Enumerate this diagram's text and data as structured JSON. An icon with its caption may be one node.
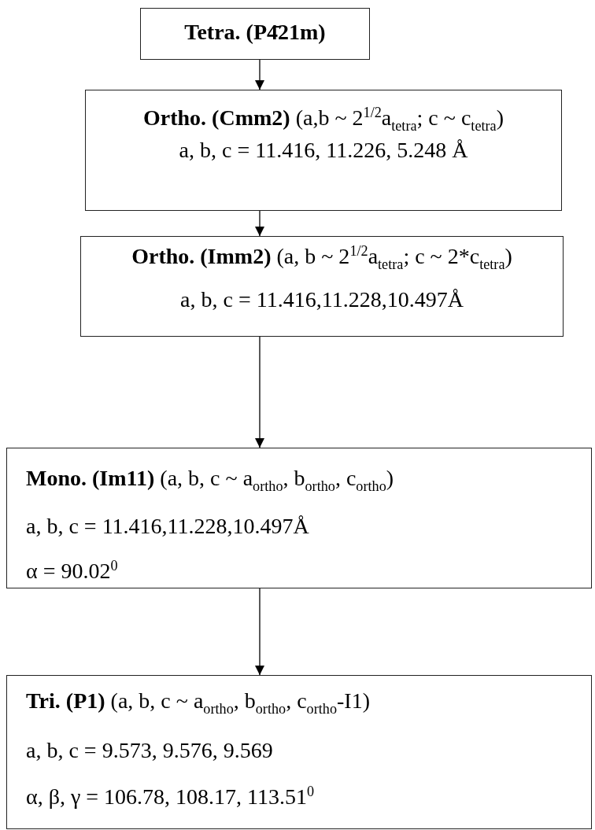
{
  "diagram": {
    "nodes": [
      {
        "text": [
          "Tetra. (P4̄21m)"
        ]
      },
      {
        "text": [
          "**Ortho. (Cmm2)** (a,b ~ 2$^{1/2}$a$_{tetra}$; c ~ c$_{tetra}$)",
          "a, b, c = 11.416, 11.226, 5.248 Å"
        ]
      },
      {
        "text": [
          "**Ortho. (Imm2)** (a, b ~ 2$^{1/2}$a$_{tetra}$; c ~ 2*c$_{tetra}$)",
          "a, b, c = 11.416,11.228,10.497Å"
        ]
      },
      {
        "text": [
          "**Mono. (Im11)** (a, b, c ~ a$_{ortho}$, b$_{ortho}$, c$_{ortho}$)",
          "a, b, c = 11.416,11.228,10.497Å",
          "α = 90.02$^{0}$"
        ]
      },
      {
        "text": [
          "**Tri. (P1)** (a, b, c ~ a$_{ortho}$, b$_{ortho}$, c$_{ortho}$-I1)",
          "a, b, c = 9.573, 9.576, 9.569",
          "α, β, γ = 106.78, 108.17, 113.51$^{0}$"
        ]
      }
    ],
    "edges": [
      {
        "from": 0,
        "to": 1,
        "arrow": "to"
      },
      {
        "from": 1,
        "to": 2,
        "arrow": "to"
      },
      {
        "from": 2,
        "to": 3,
        "arrow": "to"
      },
      {
        "from": 3,
        "to": 4,
        "arrow": "to"
      }
    ]
  }
}
